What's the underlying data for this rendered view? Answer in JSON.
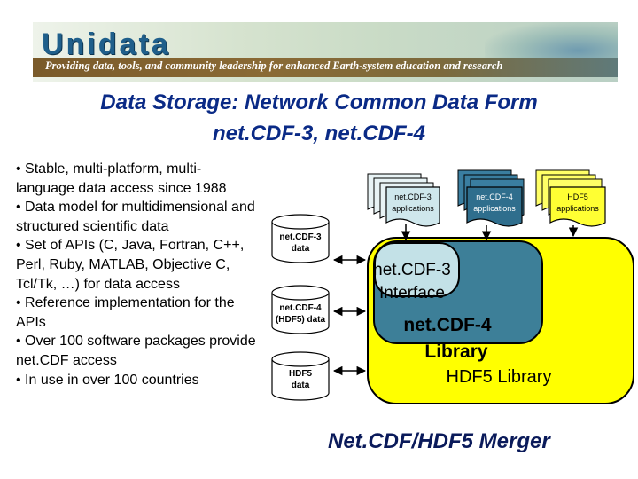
{
  "banner": {
    "logo_text": "Unidata",
    "tagline": "Providing data, tools, and community leadership for enhanced Earth-system education and research"
  },
  "title": {
    "line1": "Data Storage: Network Common Data Form",
    "line2": "net.CDF-3, net.CDF-4"
  },
  "bullets": [
    "• Stable, multi-platform, multi-language data access since 1988",
    "• Data model for multidimensional and structured scientific data",
    "• Set of APIs (C, Java, Fortran, C++, Perl, Ruby, MATLAB, Objective C, Tcl/Tk, …) for data access",
    "• Reference implementation for the APIs",
    "• Over 100 software packages provide net.CDF access",
    "• In use in over 100 countries"
  ],
  "diagram": {
    "apps": [
      {
        "line1": "net.CDF-3",
        "line2": "applications"
      },
      {
        "line1": "net.CDF-4",
        "line2": "applications"
      },
      {
        "line1": "HDF5",
        "line2": "applications"
      }
    ],
    "files": [
      {
        "line1": "net.CDF-3",
        "line2": "data"
      },
      {
        "line1": "net.CDF-4",
        "line2": "(HDF5) data"
      },
      {
        "line1": "HDF5",
        "line2": "data"
      }
    ],
    "interface_line1": "net.CDF-3",
    "interface_line2": "Interface",
    "library_line1": "net.CDF-4",
    "library_line2": "Library",
    "hdf5_library": "HDF5 Library",
    "colors": {
      "yellow_box": "#ffff00",
      "library_box": "#3d7f98",
      "interface_box": "#c3e1e7",
      "app_blue": "#2f6e8d",
      "app_yellow": "#ffff66",
      "app_light": "#cfe7ec"
    }
  },
  "caption": "Net.CDF/HDF5 Merger"
}
